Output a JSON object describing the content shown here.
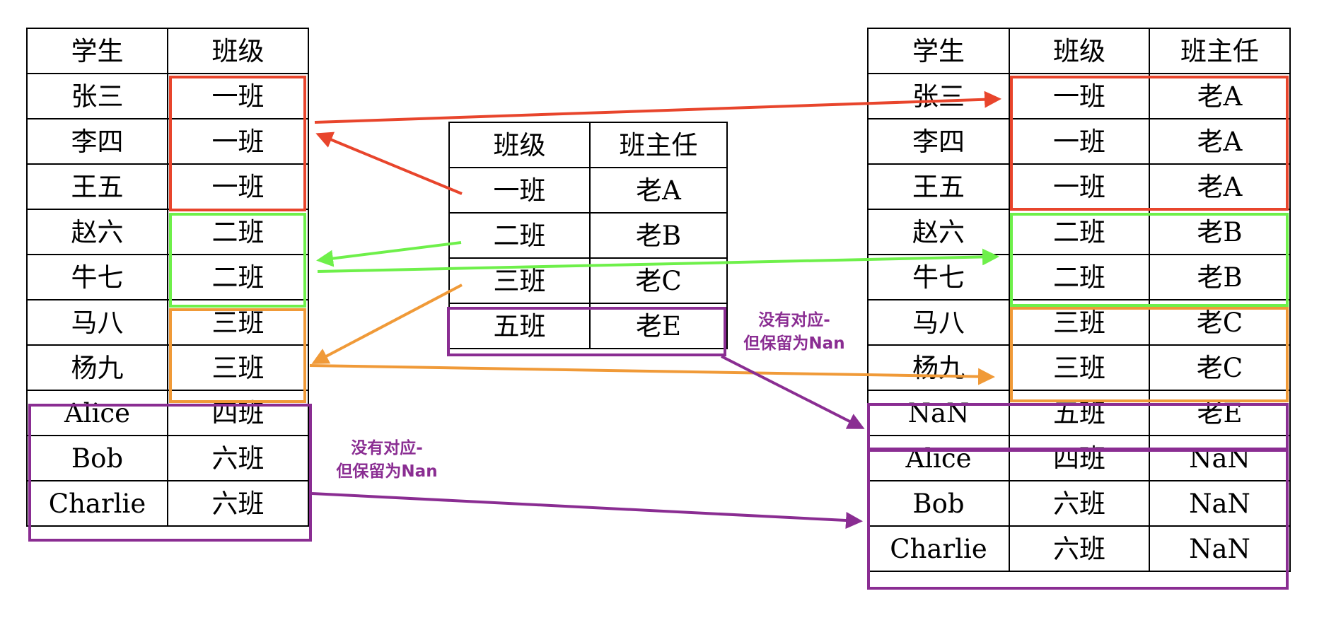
{
  "left_table": {
    "headers": [
      "学生",
      "班级"
    ],
    "rows": [
      [
        "张三",
        "一班"
      ],
      [
        "李四",
        "一班"
      ],
      [
        "王五",
        "一班"
      ],
      [
        "赵六",
        "二班"
      ],
      [
        "牛七",
        "二班"
      ],
      [
        "马八",
        "三班"
      ],
      [
        "杨九",
        "三班"
      ],
      [
        "Alice",
        "四班"
      ],
      [
        "Bob",
        "六班"
      ],
      [
        "Charlie",
        "六班"
      ]
    ]
  },
  "middle_table": {
    "headers": [
      "班级",
      "班主任"
    ],
    "rows": [
      [
        "一班",
        "老A"
      ],
      [
        "二班",
        "老B"
      ],
      [
        "三班",
        "老C"
      ],
      [
        "五班",
        "老E"
      ]
    ]
  },
  "result_table": {
    "headers": [
      "学生",
      "班级",
      "班主任"
    ],
    "rows": [
      [
        "张三",
        "一班",
        "老A"
      ],
      [
        "李四",
        "一班",
        "老A"
      ],
      [
        "王五",
        "一班",
        "老A"
      ],
      [
        "赵六",
        "二班",
        "老B"
      ],
      [
        "牛七",
        "二班",
        "老B"
      ],
      [
        "马八",
        "三班",
        "老C"
      ],
      [
        "杨九",
        "三班",
        "老C"
      ],
      [
        "NaN",
        "五班",
        "老E"
      ],
      [
        "Alice",
        "四班",
        "NaN"
      ],
      [
        "Bob",
        "六班",
        "NaN"
      ],
      [
        "Charlie",
        "六班",
        "NaN"
      ]
    ]
  },
  "notes": {
    "left": {
      "line1": "没有对应-",
      "line2": "但保留为Nan"
    },
    "right": {
      "line1": "没有对应-",
      "line2": "但保留为Nan"
    }
  },
  "colors": {
    "red": "#E8452C",
    "green": "#6EF04A",
    "orange": "#F09A38",
    "purple": "#8A2D92"
  }
}
